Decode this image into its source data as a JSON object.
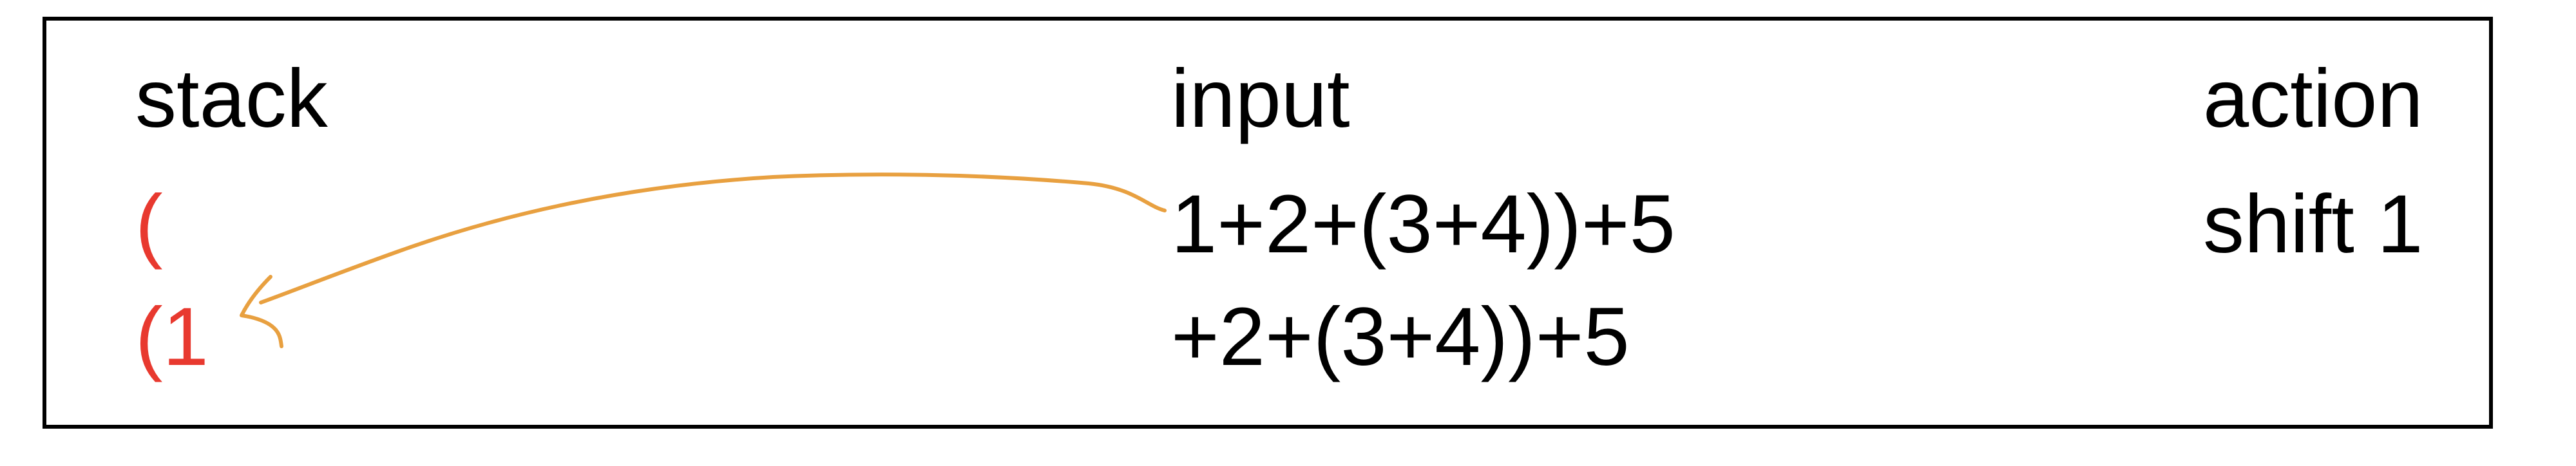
{
  "table": {
    "headers": {
      "stack": "stack",
      "input": "input",
      "action": "action"
    },
    "rows": [
      {
        "stack": "(",
        "input": "1+2+(3+4))+5",
        "action": "shift 1"
      },
      {
        "stack": "(1",
        "input": "+2+(3+4))+5",
        "action": ""
      }
    ]
  },
  "colors": {
    "stack_text": "#e8392f",
    "arrow": "#e8a040",
    "text": "#000000",
    "border": "#000000"
  }
}
